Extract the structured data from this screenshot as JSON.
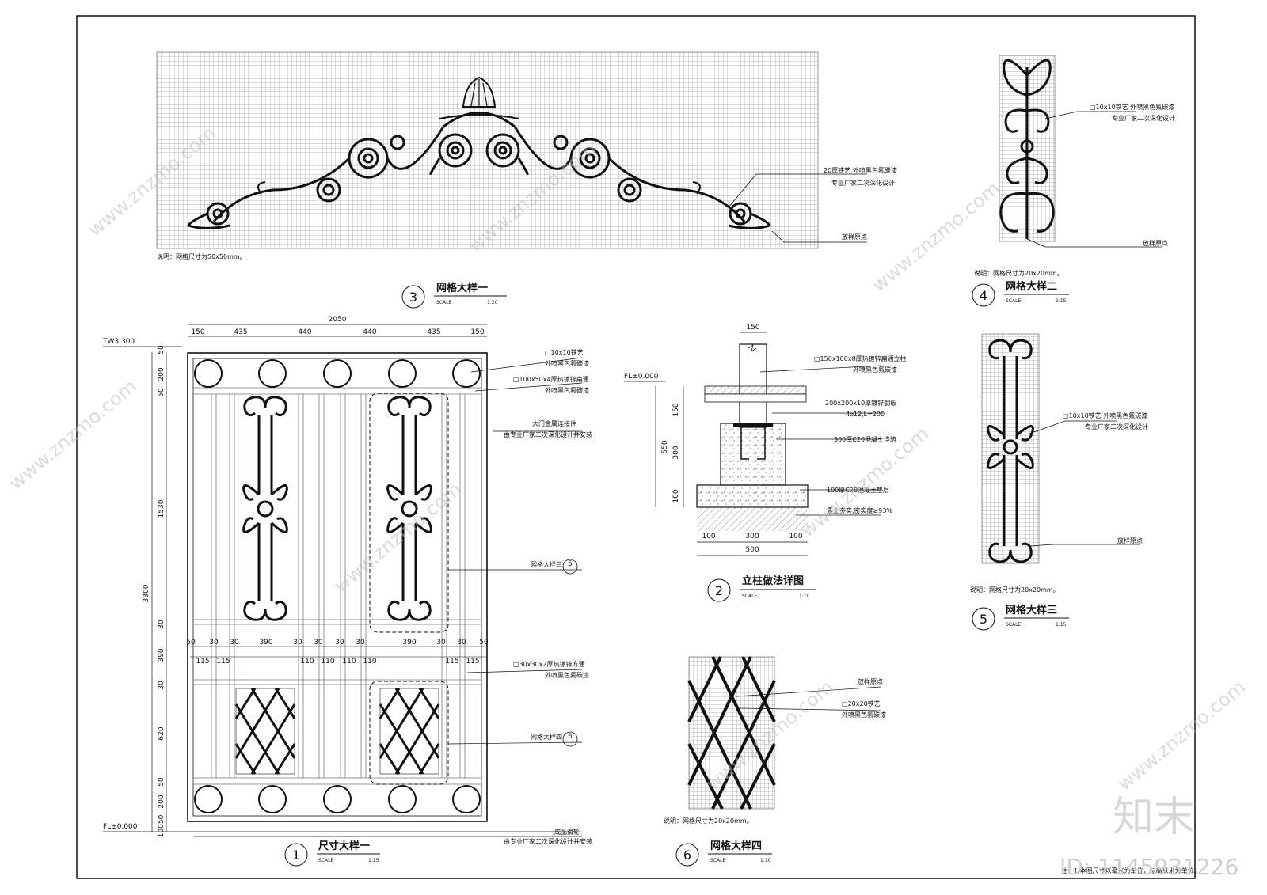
{
  "sheet": {
    "watermark_url": "www.znzmo.com",
    "watermark_logo": "知末",
    "id_label": "ID: 1145931226"
  },
  "detail1": {
    "number": "1",
    "title": "尺寸大样一",
    "scale_label": "SCALE",
    "scale": "1:15",
    "level_top": "TW3.300",
    "level_bottom": "FL±0.000",
    "top_dims": [
      "150",
      "435",
      "440",
      "440",
      "435",
      "150"
    ],
    "total_width": "2050",
    "left_dims": [
      "50",
      "200",
      "50",
      "1530",
      "30",
      "390",
      "30",
      "620",
      "50",
      "200",
      "10050"
    ],
    "total_height": "3300",
    "mid_dims_row1": [
      "50",
      "30",
      "30",
      "390",
      "30",
      "30",
      "30",
      "30",
      "390",
      "30",
      "30",
      "50"
    ],
    "mid_dims_row2": [
      "115",
      "115",
      "110",
      "110",
      "110",
      "110",
      "115",
      "115"
    ],
    "notes": [
      "□10x10铁艺",
      "外喷黑色氟碳漆",
      "□100x50x4厚热镀锌扁通",
      "外喷黑色氟碳漆",
      "大门金属连接件",
      "由专业厂家二次深化设计并安装",
      "网格大样三",
      "□30x30x2厚热镀锌方通",
      "外喷黑色氟碳漆",
      "网格大样四",
      "成品滑轮",
      "由专业厂家二次深化设计并安装"
    ],
    "ref5": "5",
    "ref6": "6"
  },
  "detail2": {
    "number": "2",
    "title": "立柱做法详图",
    "scale_label": "SCALE",
    "scale": "1:10",
    "level": "FL±0.000",
    "top_dim": "150",
    "left_dims": [
      "150",
      "300",
      "100"
    ],
    "left_total": "550",
    "bottom_dims": [
      "100",
      "300",
      "100"
    ],
    "bottom_total": "500",
    "notes": [
      "□150x100x8厚热镀锌扁通立柱",
      "外喷黑色氟碳漆",
      "200x200x10厚镀锌钢板",
      "4⌀12,L=200",
      "300厚C20混凝土浇筑",
      "100厚C20混凝土垫层",
      "素土夯实,密实度≥93%"
    ]
  },
  "detail3": {
    "number": "3",
    "title": "网格大样一",
    "scale_label": "SCALE",
    "scale": "1:20",
    "grid_note": "说明：网格尺寸为50x50mm。",
    "notes": [
      "20厚铁艺 外喷黑色氟碳漆",
      "专业厂家二次深化设计",
      "放样原点"
    ]
  },
  "detail4": {
    "number": "4",
    "title": "网格大样二",
    "scale_label": "SCALE",
    "scale": "1:15",
    "grid_note": "说明：网格尺寸为20x20mm。",
    "notes": [
      "□10x10铁艺 外喷黑色氟碳漆",
      "专业厂家二次深化设计",
      "放样原点"
    ]
  },
  "detail5": {
    "number": "5",
    "title": "网格大样三",
    "scale_label": "SCALE",
    "scale": "1:15",
    "grid_note": "说明：网格尺寸为20x20mm。",
    "notes": [
      "□10x10铁艺 外喷黑色氟碳漆",
      "专业厂家二次深化设计",
      "放样原点"
    ]
  },
  "detail6": {
    "number": "6",
    "title": "网格大样四",
    "scale_label": "SCALE",
    "scale": "1:10",
    "grid_note": "说明：网格尺寸为20x20mm。",
    "notes": [
      "放样原点",
      "□20x20铁艺",
      "外喷黑色氟碳漆"
    ]
  },
  "footer_note": "注：1.本图尺寸以毫米为单位，标高以米为单位。"
}
